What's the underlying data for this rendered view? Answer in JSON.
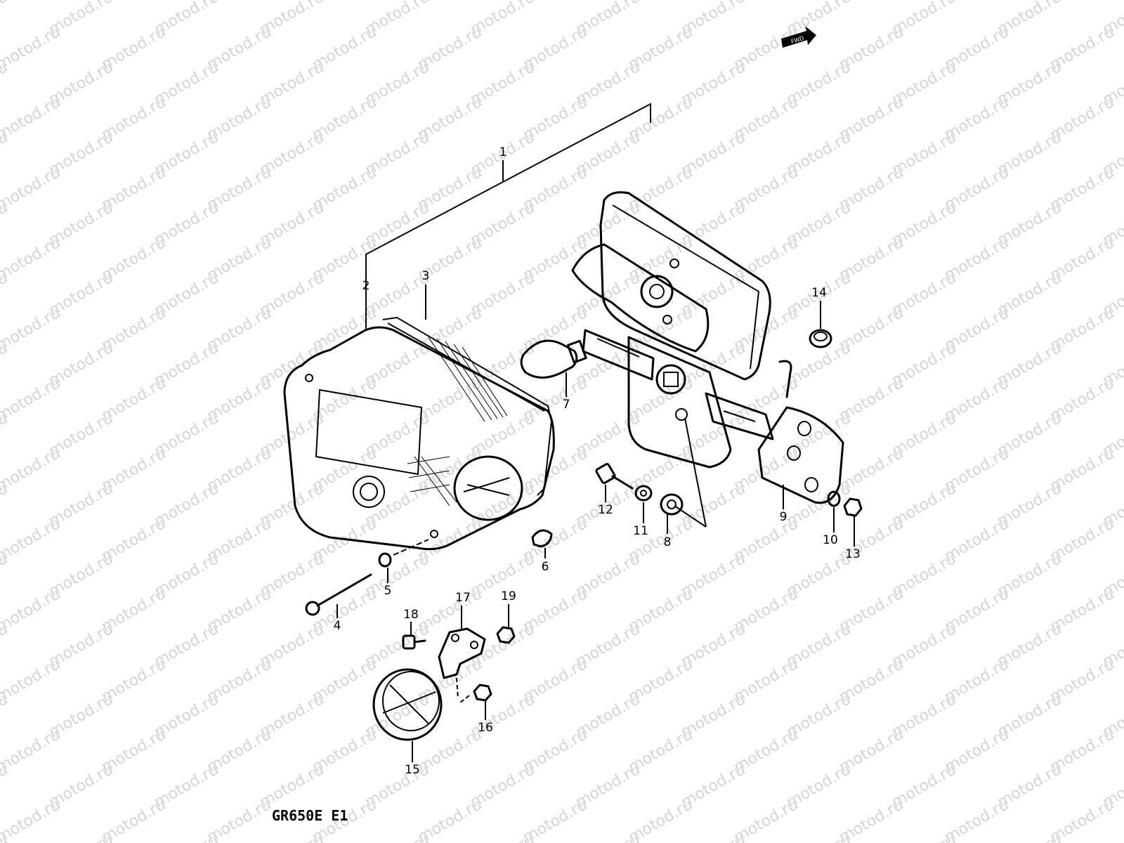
{
  "watermark": {
    "text": "motod.ru",
    "color": "#d4d4d4"
  },
  "fwd_arrow": {
    "label": "FWD"
  },
  "model_code": "GR650E E1",
  "callouts": [
    {
      "id": "1",
      "label": "1"
    },
    {
      "id": "2",
      "label": "2"
    },
    {
      "id": "3",
      "label": "3"
    },
    {
      "id": "4",
      "label": "4"
    },
    {
      "id": "5",
      "label": "5"
    },
    {
      "id": "6",
      "label": "6"
    },
    {
      "id": "7",
      "label": "7"
    },
    {
      "id": "8",
      "label": "8"
    },
    {
      "id": "9",
      "label": "9"
    },
    {
      "id": "10",
      "label": "10"
    },
    {
      "id": "11",
      "label": "11"
    },
    {
      "id": "12",
      "label": "12"
    },
    {
      "id": "13",
      "label": "13"
    },
    {
      "id": "14",
      "label": "14"
    },
    {
      "id": "15",
      "label": "15"
    },
    {
      "id": "16",
      "label": "16"
    },
    {
      "id": "17",
      "label": "17"
    },
    {
      "id": "18",
      "label": "18"
    },
    {
      "id": "19",
      "label": "19"
    }
  ]
}
